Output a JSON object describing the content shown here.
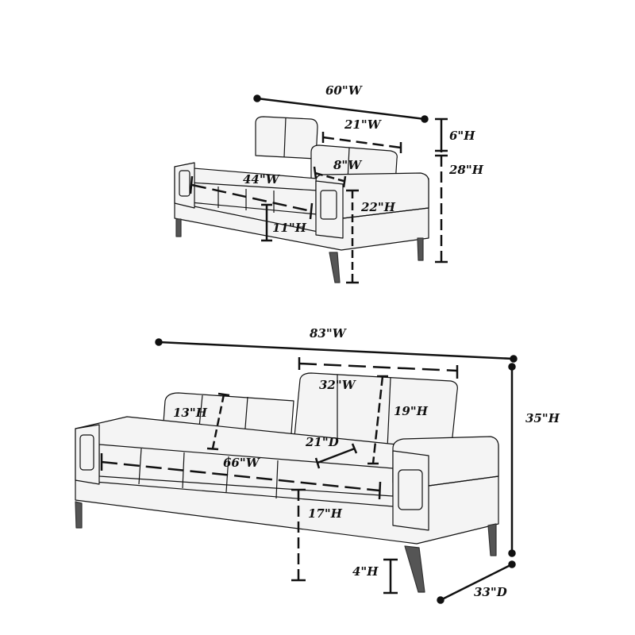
{
  "diagram": {
    "subject": "Sofa and loveseat dimension diagram",
    "colors": {
      "outline": "#111111",
      "fill": "#f4f4f4",
      "leg": "#555555",
      "background": "#ffffff"
    }
  },
  "loveseat": {
    "overall_width": "60\"W",
    "headrest_width": "21\"W",
    "headrest_height": "6\"H",
    "overall_height": "28\"H",
    "headrest_depth": "8\"W",
    "seat_width": "44\"W",
    "arm_height": "22\"H",
    "seat_height": "11\"H"
  },
  "sofa": {
    "overall_width": "83\"W",
    "headrest_width": "32\"W",
    "headrest_height": "19\"H",
    "overall_height": "35\"H",
    "back_height": "13\"H",
    "seat_depth": "21\"D",
    "seat_width": "66\"W",
    "seat_height": "17\"H",
    "leg_height": "4\"H",
    "overall_depth": "33\"D"
  }
}
